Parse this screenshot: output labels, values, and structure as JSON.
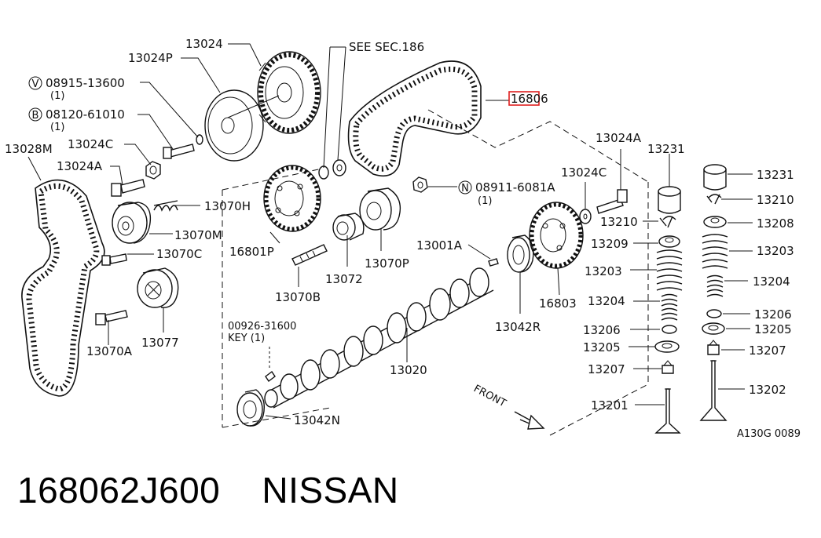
{
  "diagram": {
    "figure_code": "A130G 0089",
    "see_section": "SEE SEC.186",
    "front_label": "FRONT",
    "highlight_color": "#e02020",
    "highlighted_part": "16806",
    "labels": {
      "p13024": "13024",
      "p13024P": "13024P",
      "p08915": "08915-13600",
      "p08915_qty": "(1)",
      "p08915_marker": "V",
      "p08120": "08120-61010",
      "p08120_qty": "(1)",
      "p08120_marker": "B",
      "p13028M": "13028M",
      "p13024C_l": "13024C",
      "p13024A_l": "13024A",
      "p13070H": "13070H",
      "p13070M": "13070M",
      "p13070C": "13070C",
      "p13077": "13077",
      "p13070A": "13070A",
      "p16801P": "16801P",
      "p13072": "13072",
      "p13070P": "13070P",
      "p13070B": "13070B",
      "p08911": "08911-6081A",
      "p08911_qty": "(1)",
      "p08911_marker": "N",
      "p13024A_r": "13024A",
      "p13024C_r": "13024C",
      "p13001A": "13001A",
      "p16803": "16803",
      "p13042R": "13042R",
      "p13020": "13020",
      "p00926": "00926-31600",
      "p_key": "KEY (1)",
      "p13042N": "13042N",
      "p13231_l": "13231",
      "p13210_l": "13210",
      "p13209": "13209",
      "p13203_l": "13203",
      "p13204_l": "13204",
      "p13206_l": "13206",
      "p13205_l": "13205",
      "p13207_l": "13207",
      "p13201": "13201",
      "p13231_r": "13231",
      "p13210_r": "13210",
      "p13208": "13208",
      "p13203_r": "13203",
      "p13204_r": "13204",
      "p13206_r": "13206",
      "p13205_r": "13205",
      "p13207_r": "13207",
      "p13202": "13202"
    }
  },
  "caption": {
    "part_number": "168062J600",
    "brand": "NISSAN"
  }
}
